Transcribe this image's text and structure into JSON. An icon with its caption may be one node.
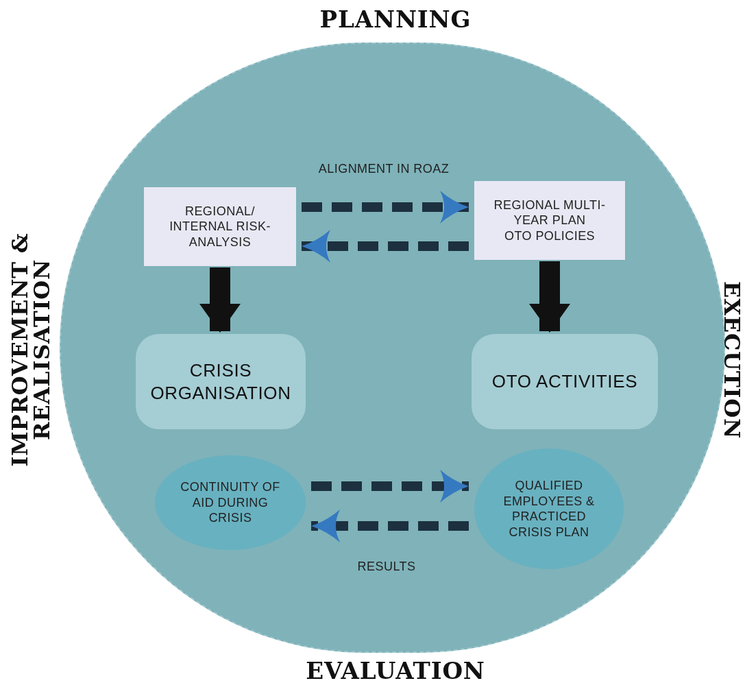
{
  "diagram": {
    "nodes": [
      {
        "text": [],
        "shape": "circle"
      },
      {
        "text": [
          "REGIONAL/ INTERNAL RISK-ANALYSIS"
        ],
        "in": 0
      },
      {
        "text": [
          "REGIONAL MULTI-YEAR PLAN",
          "OTO POLICIES"
        ],
        "in": 0
      },
      {
        "text": [
          "CRISIS ORGANISATION"
        ],
        "in": 0
      },
      {
        "text": [
          "OTO ACTIVITIES"
        ],
        "in": 0
      },
      {
        "text": [
          "CONTINUITY OF AID DURING CRISIS"
        ],
        "in": 0
      },
      {
        "text": [
          "QUALIFIED EMPLOYEES & PRACTICED CRISIS PLAN"
        ],
        "in": 0
      }
    ],
    "edges": [
      {
        "from": 1,
        "to": 2,
        "arrow": "to",
        "style": "dashed"
      },
      {
        "from": 2,
        "to": 1,
        "arrow": "to",
        "style": "dashed"
      },
      {
        "from": 1,
        "to": 3,
        "arrow": "to",
        "style": "thick",
        "color": "#111111"
      },
      {
        "from": 2,
        "to": 4,
        "arrow": "to",
        "style": "thick",
        "color": "#111111"
      },
      {
        "from": 5,
        "to": 6,
        "arrow": "to",
        "style": "dashed"
      },
      {
        "from": 6,
        "to": 5,
        "arrow": "to",
        "style": "dashed"
      }
    ],
    "labels": [
      "PLANNING",
      "ALIGNMENT IN ROAZ",
      "IMPROVEMENT & REALISATION",
      "EXECUTION",
      "RESULTS",
      "EVALUATION"
    ]
  }
}
